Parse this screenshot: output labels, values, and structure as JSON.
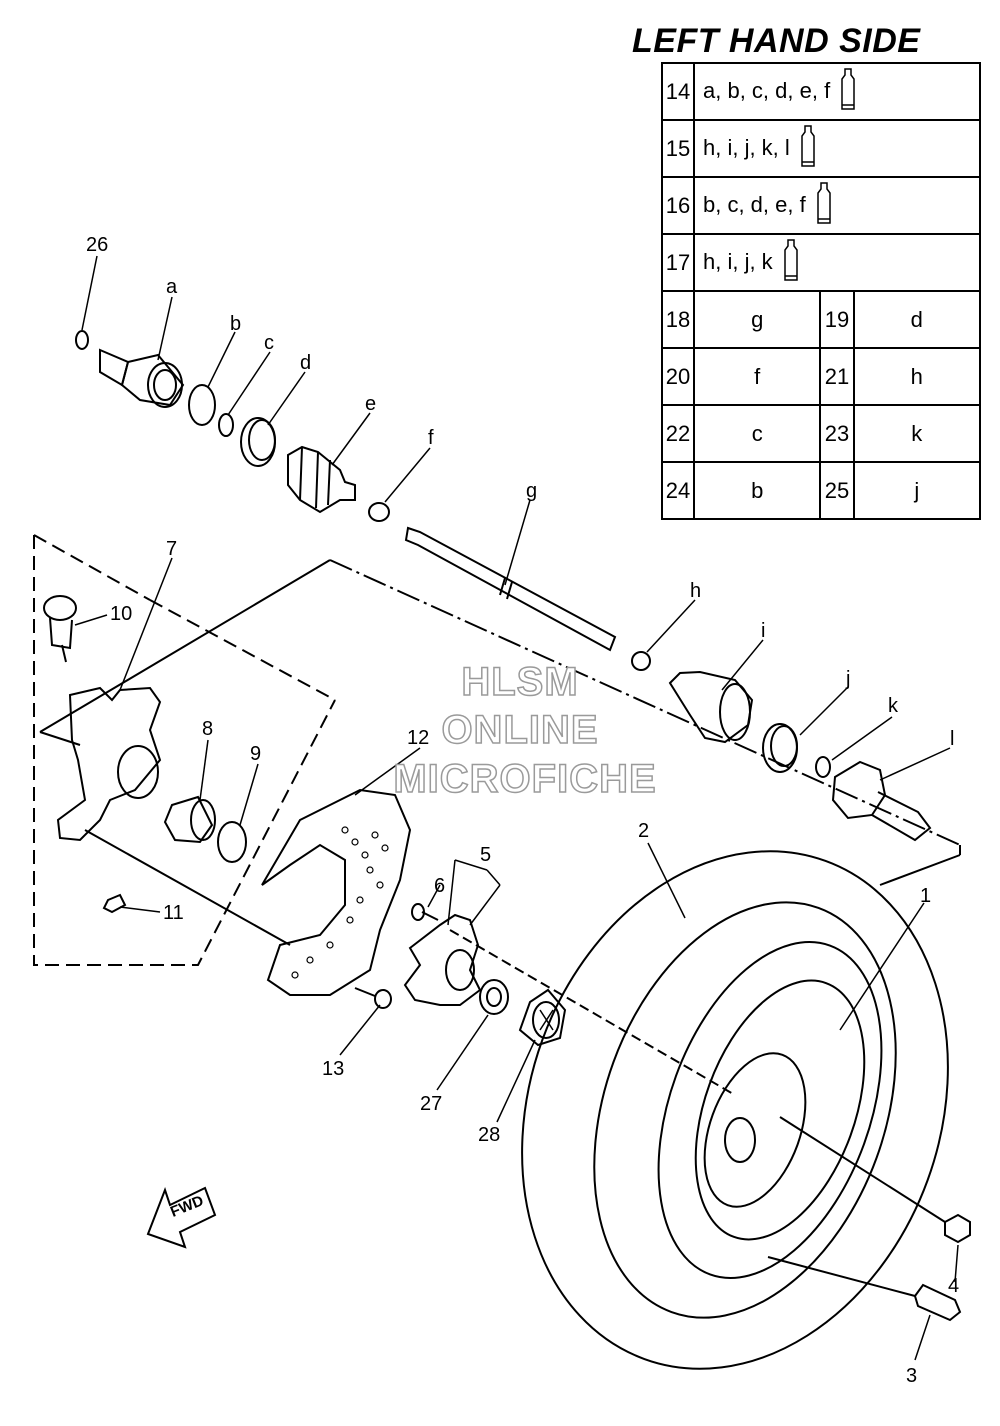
{
  "title": "LEFT HAND SIDE",
  "legend": {
    "wide_rows": [
      {
        "num": "14",
        "parts": "a, b, c, d, e, f"
      },
      {
        "num": "15",
        "parts": "h, i, j, k, l"
      },
      {
        "num": "16",
        "parts": "b, c, d, e, f"
      },
      {
        "num": "17",
        "parts": "h, i, j, k"
      }
    ],
    "pair_rows": [
      {
        "n1": "18",
        "v1": "g",
        "n2": "19",
        "v2": "d"
      },
      {
        "n1": "20",
        "v1": "f",
        "n2": "21",
        "v2": "h"
      },
      {
        "n1": "22",
        "v1": "c",
        "n2": "23",
        "v2": "k"
      },
      {
        "n1": "24",
        "v1": "b",
        "n2": "25",
        "v2": "j"
      }
    ]
  },
  "labels": {
    "l26": "26",
    "la": "a",
    "lb": "b",
    "lc": "c",
    "ld": "d",
    "le": "e",
    "lf": "f",
    "lg": "g",
    "lh": "h",
    "li": "i",
    "lj": "j",
    "lk": "k",
    "ll": "l",
    "l1": "1",
    "l2": "2",
    "l3": "3",
    "l4": "4",
    "l5": "5",
    "l6": "6",
    "l7": "7",
    "l8": "8",
    "l9": "9",
    "l10": "10",
    "l11": "11",
    "l12": "12",
    "l13": "13",
    "l27": "27",
    "l28": "28",
    "fwd": "FWD"
  },
  "watermark": {
    "line1": "HLSM",
    "line2": "ONLINE",
    "line3": "MICROFICHE"
  }
}
